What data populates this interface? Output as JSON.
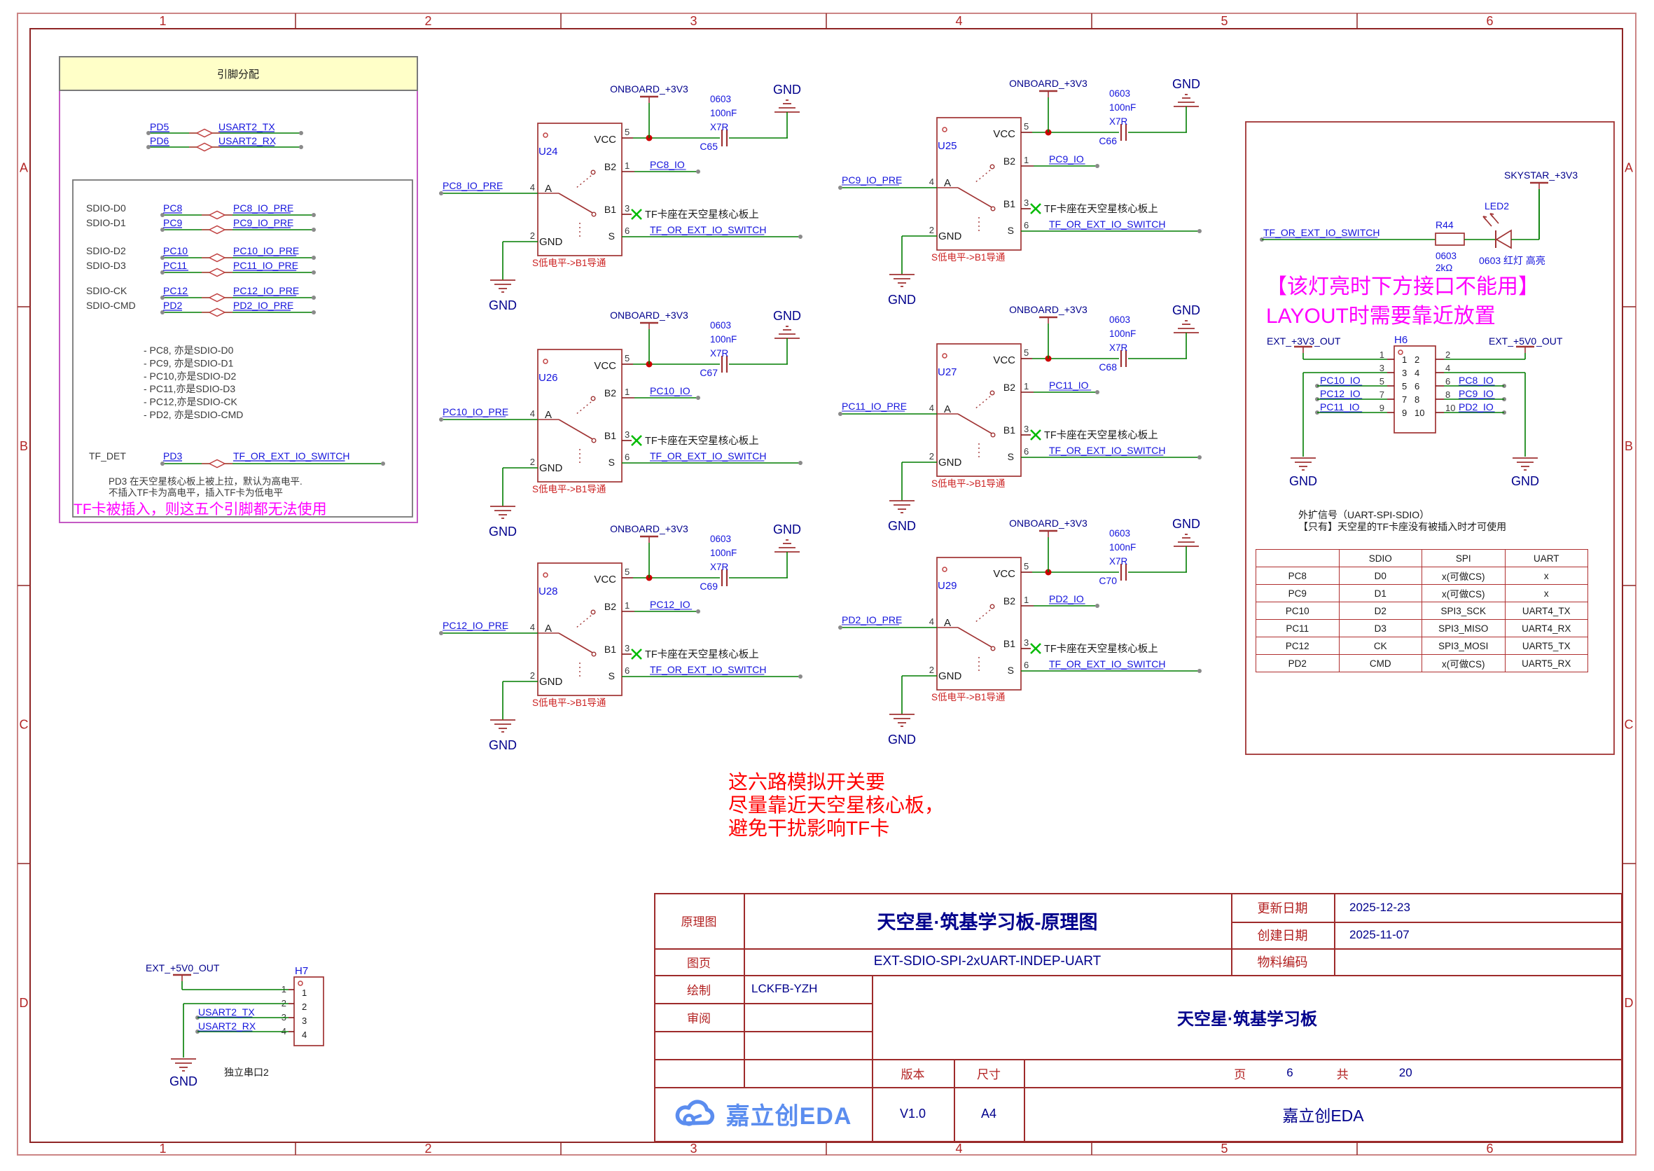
{
  "colors": {
    "wire": "#007d00",
    "part": "#a03333",
    "stub": "#801515",
    "net": "#1414dc",
    "navy": "#00008c",
    "black": "#1a1a1a",
    "gray": "#3a3a3a",
    "label_red": "#b22020",
    "magenta": "#ff00ff",
    "warn_red": "#ff0000",
    "logo_blue": "#5b8def",
    "frame_outer": "#cc8585",
    "frame_inner": "#8f2525",
    "yellow": "#ffffc8",
    "x_green": "#00bb00"
  },
  "frame": {
    "cols": [
      "1",
      "2",
      "3",
      "4",
      "5",
      "6"
    ],
    "rows": [
      "A",
      "B",
      "C",
      "D"
    ]
  },
  "pin_panel": {
    "title": "引脚分配",
    "uart_rows": [
      {
        "pin": "PD5",
        "net": "USART2_TX"
      },
      {
        "pin": "PD6",
        "net": "USART2_RX"
      }
    ],
    "sdio_rows": [
      {
        "func": "SDIO-D0",
        "pin": "PC8",
        "net": "PC8_IO_PRE"
      },
      {
        "func": "SDIO-D1",
        "pin": "PC9",
        "net": "PC9_IO_PRE"
      },
      {
        "func": "SDIO-D2",
        "pin": "PC10",
        "net": "PC10_IO_PRE"
      },
      {
        "func": "SDIO-D3",
        "pin": "PC11",
        "net": "PC11_IO_PRE"
      },
      {
        "func": "SDIO-CK",
        "pin": "PC12",
        "net": "PC12_IO_PRE"
      },
      {
        "func": "SDIO-CMD",
        "pin": "PD2",
        "net": "PD2_IO_PRE"
      }
    ],
    "bullets": [
      "- PC8, 亦是SDIO-D0",
      "- PC9, 亦是SDIO-D1",
      "- PC10,亦是SDIO-D2",
      "- PC11,亦是SDIO-D3",
      "- PC12,亦是SDIO-CK",
      "- PD2, 亦是SDIO-CMD"
    ],
    "tf_row": {
      "func": "TF_DET",
      "pin": "PD3",
      "net": "TF_OR_EXT_IO_SWITCH"
    },
    "notes": [
      "PD3 在天空星核心板上被上拉，默认为高电平.",
      "不插入TF卡为高电平，插入TF卡为低电平"
    ],
    "warning": "TF卡被插入，则这五个引脚都无法使用"
  },
  "switch_common": {
    "vcc_net": "ONBOARD_+3V3",
    "gnd": "GND",
    "cap_spec": [
      "0603",
      "100nF",
      "X7R"
    ],
    "b1_note": "TF卡座在天空星核心板上",
    "s_net": "TF_OR_EXT_IO_SWITCH",
    "mode_note": "S低电平->B1导通",
    "pins": {
      "vcc": "VCC",
      "gnd": "GND",
      "a": "A",
      "b1": "B1",
      "b2": "B2",
      "s": "S"
    },
    "nums": {
      "vcc": "5",
      "gnd": "2",
      "a": "4",
      "b1": "3",
      "b2": "1",
      "s": "6"
    }
  },
  "switches": [
    {
      "ref": "U24",
      "cap": "C65",
      "input": "PC8_IO_PRE",
      "output": "PC8_IO"
    },
    {
      "ref": "U25",
      "cap": "C66",
      "input": "PC9_IO_PRE",
      "output": "PC9_IO"
    },
    {
      "ref": "U26",
      "cap": "C67",
      "input": "PC10_IO_PRE",
      "output": "PC10_IO"
    },
    {
      "ref": "U27",
      "cap": "C68",
      "input": "PC11_IO_PRE",
      "output": "PC11_IO"
    },
    {
      "ref": "U28",
      "cap": "C69",
      "input": "PC12_IO_PRE",
      "output": "PC12_IO"
    },
    {
      "ref": "U29",
      "cap": "C70",
      "input": "PD2_IO_PRE",
      "output": "PD2_IO"
    }
  ],
  "mid_note": [
    "这六路模拟开关要",
    "尽量靠近天空星核心板，",
    "避免干扰影响TF卡"
  ],
  "right_panel": {
    "led": {
      "net": "TF_OR_EXT_IO_SWITCH",
      "res_ref": "R44",
      "res_size": "0603",
      "res_val": "2kΩ",
      "led_ref": "LED2",
      "led_spec": "0603 红灯 高亮",
      "pwr": "SKYSTAR_+3V3",
      "warn1": "【该灯亮时下方接口不能用】",
      "warn2": "LAYOUT时需要靠近放置"
    },
    "hdr": {
      "ref": "H6",
      "pwr_l": "EXT_+3V3_OUT",
      "pwr_r": "EXT_+5V0_OUT",
      "gnd": "GND",
      "left": [
        "PC10_IO",
        "PC12_IO",
        "PC11_IO"
      ],
      "right": [
        "PC8_IO",
        "PC9_IO",
        "PD2_IO"
      ],
      "lnums": [
        "1",
        "3",
        "5",
        "7",
        "9"
      ],
      "rnums": [
        "2",
        "4",
        "6",
        "8",
        "10"
      ]
    },
    "cap1": "外扩信号（UART-SPI-SDIO）",
    "cap2": "【只有】天空星的TF卡座没有被插入时才可使用",
    "table": {
      "headers": [
        "",
        "SDIO",
        "SPI",
        "UART"
      ],
      "rows": [
        [
          "PC8",
          "D0",
          "x(可做CS)",
          "x"
        ],
        [
          "PC9",
          "D1",
          "x(可做CS)",
          "x"
        ],
        [
          "PC10",
          "D2",
          "SPI3_SCK",
          "UART4_TX"
        ],
        [
          "PC11",
          "D3",
          "SPI3_MISO",
          "UART4_RX"
        ],
        [
          "PC12",
          "CK",
          "SPI3_MOSI",
          "UART5_TX"
        ],
        [
          "PD2",
          "CMD",
          "x(可做CS)",
          "UART5_RX"
        ]
      ]
    }
  },
  "uart2": {
    "ref": "H7",
    "pwr": "EXT_+5V0_OUT",
    "gnd": "GND",
    "tx": "USART2_TX",
    "rx": "USART2_RX",
    "nums": [
      "1",
      "2",
      "3",
      "4"
    ],
    "caption": "独立串口2"
  },
  "titleblock": {
    "l_schematic": "原理图",
    "title": "天空星·筑基学习板-原理图",
    "l_sheet": "图页",
    "sheet": "EXT-SDIO-SPI-2xUART-INDEP-UART",
    "l_drawn": "绘制",
    "drawn": "LCKFB-YZH",
    "l_review": "审阅",
    "l_updated": "更新日期",
    "updated": "2025-12-23",
    "l_created": "创建日期",
    "created": "2025-11-07",
    "l_partno": "物料编码",
    "board": "天空星·筑基学习板",
    "l_version": "版本",
    "version": "V1.0",
    "l_size": "尺寸",
    "size": "A4",
    "l_page": "页",
    "page": "6",
    "l_total": "共",
    "total": "20",
    "brand": "嘉立创EDA",
    "logo_text": "嘉立创EDA"
  }
}
